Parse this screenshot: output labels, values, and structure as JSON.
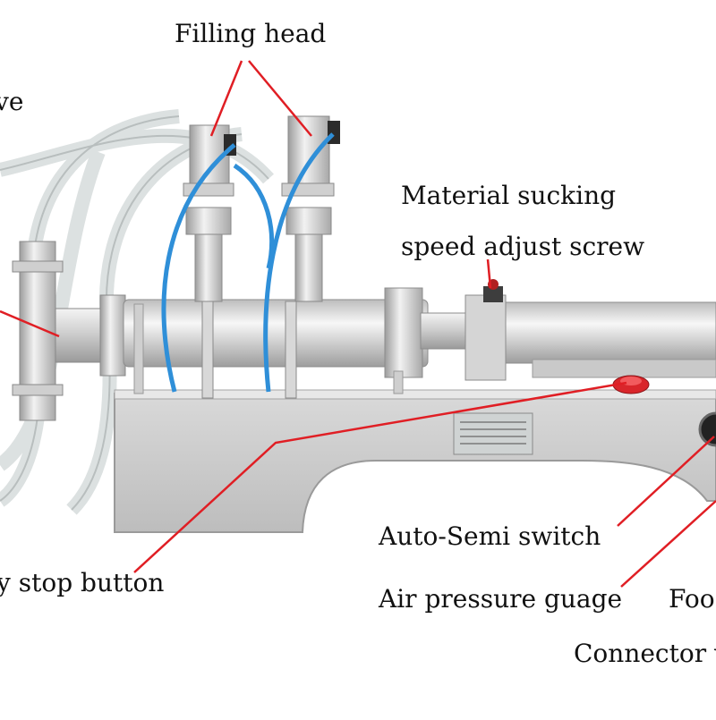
{
  "diagram": {
    "labels": {
      "filling_head": "Filling head",
      "valve_partial": "ve",
      "material_sucking_line1": "Material sucking",
      "material_sucking_line2": "speed adjust screw",
      "auto_semi_switch": "Auto-Semi switch",
      "emergency_stop_partial": "y stop button",
      "air_pressure_gauge": "Air pressure guage",
      "foot_partial": "Foo",
      "connector_partial": "Connector v"
    },
    "colors": {
      "leader_line": "#e01e24",
      "steel_light": "#e4e4e4",
      "steel_mid": "#b9b9b9",
      "steel_dark": "#8a8a8a",
      "air_tube": "#2f8fd8",
      "stop_button": "#d9262b"
    }
  }
}
